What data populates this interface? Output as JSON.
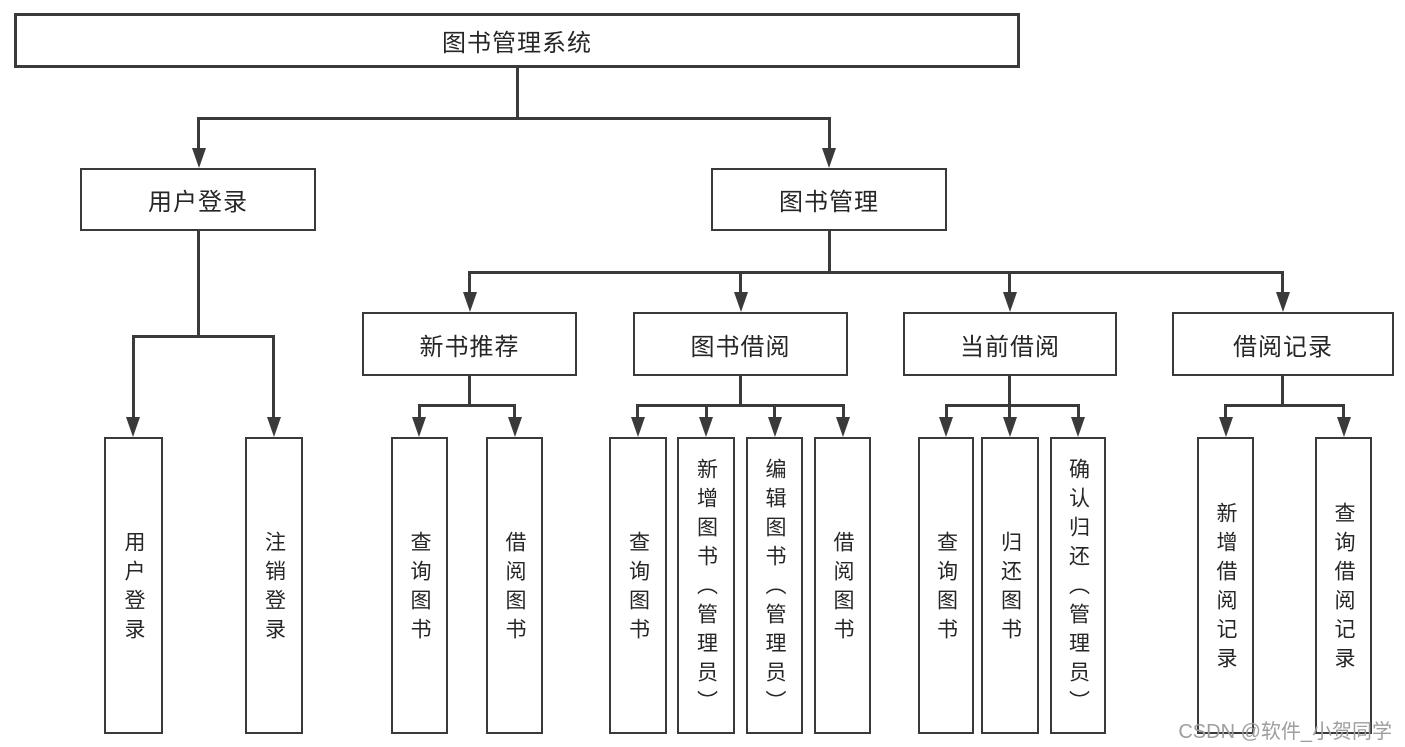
{
  "tree": {
    "label": "图书管理系统",
    "children": [
      {
        "label": "用户登录",
        "children": [
          {
            "label": "用户登录"
          },
          {
            "label": "注销登录"
          }
        ]
      },
      {
        "label": "图书管理",
        "children": [
          {
            "label": "新书推荐",
            "children": [
              {
                "label": "查询图书"
              },
              {
                "label": "借阅图书"
              }
            ]
          },
          {
            "label": "图书借阅",
            "children": [
              {
                "label": "查询图书"
              },
              {
                "label": "新增图书（管理员）"
              },
              {
                "label": "编辑图书（管理员）"
              },
              {
                "label": "借阅图书"
              }
            ]
          },
          {
            "label": "当前借阅",
            "children": [
              {
                "label": "查询图书"
              },
              {
                "label": "归还图书"
              },
              {
                "label": "确认归还（管理员）"
              }
            ]
          },
          {
            "label": "借阅记录",
            "children": [
              {
                "label": "新增借阅记录"
              },
              {
                "label": "查询借阅记录"
              }
            ]
          }
        ]
      }
    ]
  },
  "watermark": {
    "text": "CSDN @软件_小贺同学"
  },
  "colors": {
    "line": "#3a3a3a",
    "text": "#262626",
    "bg": "#ffffff",
    "watermark": "#9e9e9e"
  }
}
